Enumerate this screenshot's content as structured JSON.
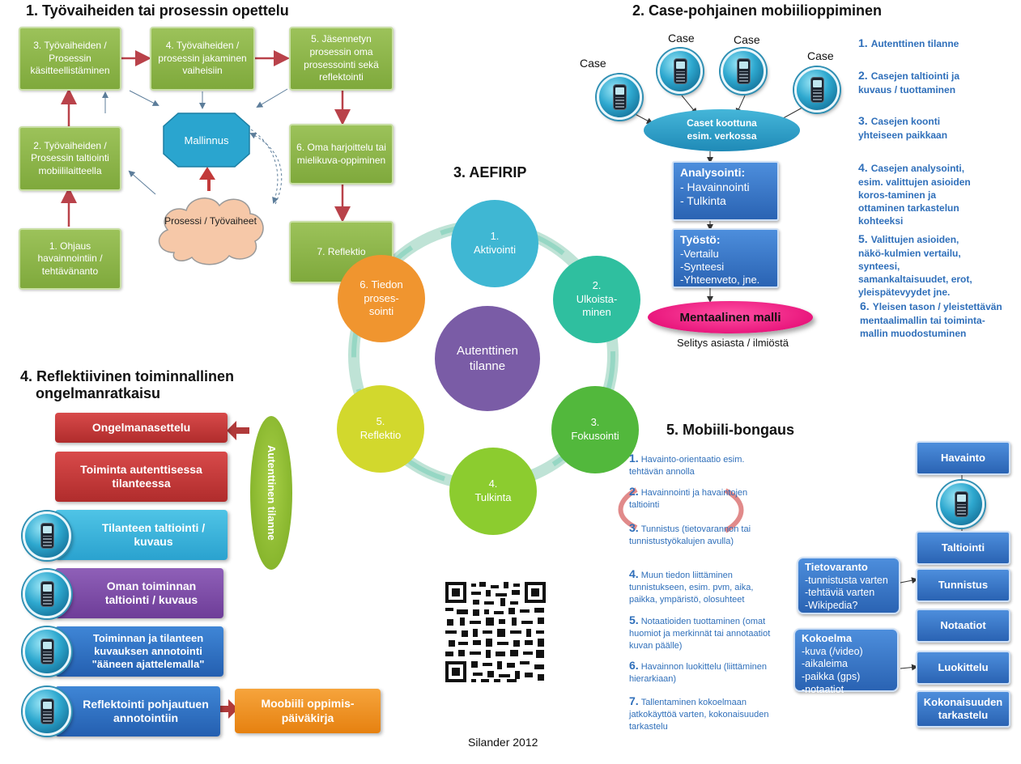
{
  "s1": {
    "title": "1. Työvaiheiden tai prosessin opettelu",
    "b3": "3. Työvaiheiden / Prosessin käsitteellistäminen",
    "b4": "4. Työvaiheiden / prosessin jakaminen vaiheisiin",
    "b5": "5. Jäsennetyn prosessin oma prosessointi sekä reflektointi",
    "b2": "2. Työvaiheiden / Prosessin taltiointi mobiililaitteella",
    "b6": "6. Oma harjoittelu tai mielikuva-oppiminen",
    "b1": "1. Ohjaus havainnointiin / tehtävänanto",
    "b7": "7. Reflektio",
    "mallinnus": "Mallinnus",
    "cloud": "Prosessi / Työvaiheet"
  },
  "s2": {
    "title": "2. Case-pohjainen mobiilioppiminen",
    "case": "Case",
    "ellipse_l1": "Caset koottuna",
    "ellipse_l2": "esim. verkossa",
    "analysis_title": "Analysointi:",
    "analysis_items": [
      "- Havainnointi",
      "- Tulkinta"
    ],
    "work_title": "Työstö:",
    "work_items": [
      "-Vertailu",
      "-Synteesi",
      "-Yhteenveto, jne."
    ],
    "mental": "Mentaalinen malli",
    "mental_caption": "Selitys asiasta / ilmiöstä",
    "steps": [
      {
        "n": "1.",
        "text": "Autenttinen tilanne"
      },
      {
        "n": "2.",
        "text": "Casejen taltiointi ja kuvaus  / tuottaminen"
      },
      {
        "n": "3.",
        "text": "Casejen koonti yhteiseen paikkaan"
      },
      {
        "n": "4.",
        "text": "Casejen analysointi, esim. valittujen asioiden koros-taminen ja ottaminen tarkastelun kohteeksi"
      },
      {
        "n": "5.",
        "text": "Valittujen asioiden, näkö-kulmien vertailu, synteesi, samankaltaisuudet, erot, yleispätevyydet jne."
      },
      {
        "n": "6.",
        "text": "Yleisen tason / yleistettävän mentaalimallin tai toiminta-mallin muodostuminen"
      }
    ]
  },
  "s3": {
    "title": "3. AEFIRIP",
    "center": "Autenttinen tilanne",
    "nodes": [
      {
        "num": "1.",
        "label": "Aktivointi",
        "color": "#3fb7d3"
      },
      {
        "num": "2.",
        "label": "Ulkoista-minen",
        "color": "#2fbf9f"
      },
      {
        "num": "3.",
        "label": "Fokusointi",
        "color": "#52b83c"
      },
      {
        "num": "4.",
        "label": "Tulkinta",
        "color": "#8ccc2f"
      },
      {
        "num": "5.",
        "label": "Reflektio",
        "color": "#d2d82d"
      },
      {
        "num": "6.",
        "label": "Tiedon proses-sointi",
        "color": "#f0952f"
      }
    ]
  },
  "s4": {
    "title_l1": "4. Reflektiivinen toiminnallinen",
    "title_l2": "ongelmanratkaisu",
    "boxes": [
      "Ongelmanasettelu",
      "Toiminta autenttisessa tilanteessa",
      "Tilanteen taltiointi / kuvaus",
      "Oman toiminnan taltiointi / kuvaus",
      "Toiminnan ja tilanteen kuvauksen annotointi \"ääneen ajattelemalla\"",
      "Reflektointi pohjautuen annotointiin"
    ],
    "oval": "Autenttinen tilanne",
    "diary": "Moobiili oppimis-päiväkirja"
  },
  "s5": {
    "title": "5. Mobiili-bongaus",
    "steps": [
      {
        "n": "1.",
        "text": "Havainto-orientaatio esim. tehtävän annolla"
      },
      {
        "n": "2.",
        "text": "Havainnointi ja havaintojen taltiointi"
      },
      {
        "n": "3.",
        "text": "Tunnistus (tietovarannon tai tunnistustyökalujen avulla)"
      },
      {
        "n": "4.",
        "text": "Muun tiedon liittäminen tunnistukseen, esim. pvm, aika, paikka, ympäristö, olosuhteet"
      },
      {
        "n": "5.",
        "text": "Notaatioiden tuottaminen (omat huomiot ja merkinnät tai annotaatiot kuvan päälle)"
      },
      {
        "n": "6.",
        "text": "Havainnon luokittelu (liittäminen hierarkiaan)"
      },
      {
        "n": "7.",
        "text": "Tallentaminen kokoelmaan jatkokäyttöä varten, kokonaisuuden tarkastelu"
      }
    ],
    "flow": [
      "Havainto",
      "Taltiointi",
      "Tunnistus",
      "Notaatiot",
      "Luokittelu",
      "Kokonaisuuden tarkastelu"
    ],
    "tieto_title": "Tietovaranto",
    "tieto_items": [
      "-tunnistusta varten",
      "-tehtäviä varten",
      "-Wikipedia?"
    ],
    "koko_title": "Kokoelma",
    "koko_items": [
      "-kuva (/video)",
      "-aikaleima",
      "-paikka (gps)",
      "-notaatiot"
    ]
  },
  "credit": "Silander 2012"
}
